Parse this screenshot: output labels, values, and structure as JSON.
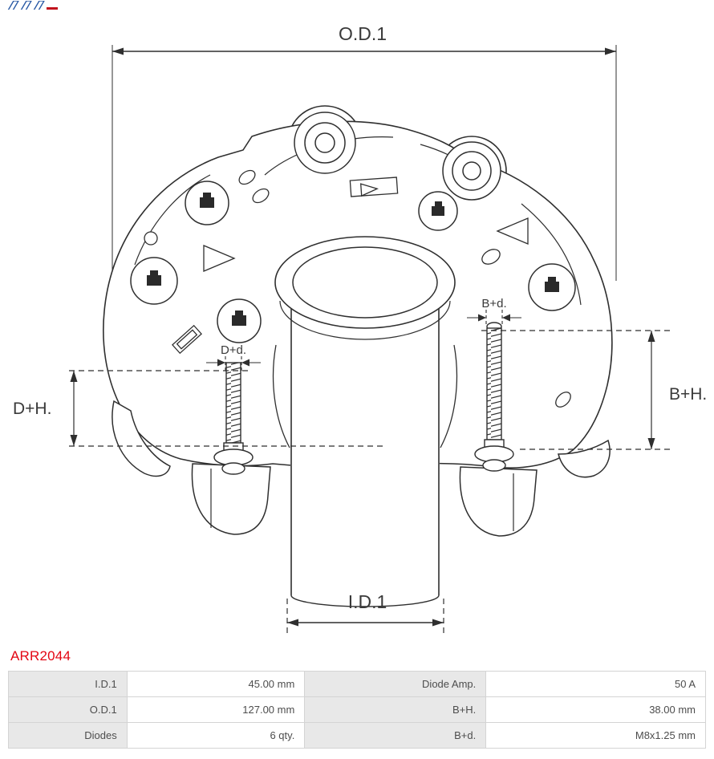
{
  "part_number": "ARR2044",
  "colors": {
    "accent": "#e30613",
    "line": "#2f2f2f",
    "table_label_bg": "#e8e8e8",
    "table_border": "#d4d4d4"
  },
  "drawing": {
    "labels": {
      "od1": "O.D.1",
      "id1": "I.D.1",
      "dh": "D+H.",
      "bh": "B+H.",
      "dd": "D+d.",
      "bd": "B+d."
    }
  },
  "table": {
    "rows": [
      [
        "I.D.1",
        "45.00 mm",
        "Diode Amp.",
        "50 A"
      ],
      [
        "O.D.1",
        "127.00 mm",
        "B+H.",
        "38.00 mm"
      ],
      [
        "Diodes",
        "6 qty.",
        "B+d.",
        "M8x1.25 mm"
      ]
    ]
  }
}
